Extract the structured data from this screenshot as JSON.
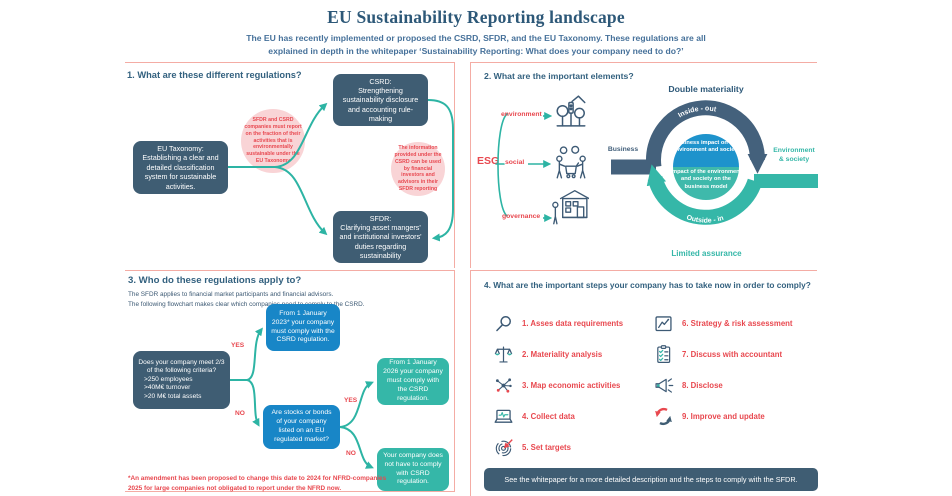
{
  "colors": {
    "accent_teal": "#2db4a4",
    "dark_slate": "#3f5d73",
    "flow_blue": "#1886c7",
    "teal_box": "#35b7a8",
    "red": "#e8484f",
    "pink_bubble": "#f9d4d6",
    "divider_salmon": "#f4aca4",
    "heading_blue": "#33617f",
    "circle_blue": "#1e93cc"
  },
  "header": {
    "title": "EU Sustainability Reporting landscape",
    "subtitle": "The EU has recently implemented or proposed the CSRD, SFDR, and the EU Taxonomy. These regulations are all explained in depth in the whitepaper ‘Sustainability Reporting: What does your company need to do?’"
  },
  "q1": {
    "heading": "1. What are these different regulations?",
    "eu_taxonomy": {
      "title": "EU Taxonomy:",
      "body": "Establishing a clear and detailed classification system for sustainable activities."
    },
    "csrd": {
      "title": "CSRD:",
      "body": "Strengthening sustainability disclosure and accounting rule-making"
    },
    "sfdr": {
      "title": "SFDR:",
      "body": "Clarifying asset mangers' and institutional investors' duties regarding sustainability"
    },
    "bubble_taxonomy": "SFDR and CSRD companies must report on the fraction of their activities that is environmentally sustainable under the EU Taxonomy",
    "bubble_csrd_sfdr": "The information provided under the CSRD can be used by financial investors and advisors in their SFDR reporting"
  },
  "q2": {
    "heading": "2. What are the important elements?",
    "esg_label": "ESG",
    "esg_items": [
      {
        "label": "environment",
        "icon": "environment-icon"
      },
      {
        "label": "social",
        "icon": "social-icon"
      },
      {
        "label": "governance",
        "icon": "governance-icon"
      }
    ],
    "double_materiality": {
      "title": "Double materiality",
      "inside_out": "Inside - out",
      "outside_in": "Outside - in",
      "business": "Business",
      "environment_society": "Environment & society",
      "inner_top": "Business impact on the environment and society",
      "inner_bottom": "Impact of the environment and society on the business model",
      "limited_assurance": "Limited assurance"
    }
  },
  "q3": {
    "heading": "3. Who do these regulations apply to?",
    "sub1": "The SFDR applies to financial market participants and financial advisors.",
    "sub2": "The following flowchart makes clear which companies need to comply to the CSRD.",
    "decision": {
      "question": "Does your company meet 2/3 of the following criteria?",
      "criteria": [
        ">250 employees",
        ">40M€ turnover",
        ">20 M€ total assets"
      ]
    },
    "yes_label": "YES",
    "no_label": "NO",
    "box_2023": "From 1 January 2023* your company must comply with the CSRD regulation.",
    "box_listed": "Are stocks or bonds of your company listed on an EU regulated market?",
    "box_2026": "From 1 January 2026 your company must comply with the CSRD regulation.",
    "box_no_comply": "Your company does not have to comply with CSRD regulation.",
    "footnote1": "*An amendment has been proposed to change this date to 2024 for NFRD-companies",
    "footnote2": "2025 for large companies not obligated to report under the NFRD now."
  },
  "q4": {
    "heading": "4. What are the important steps your company has to take now in order to comply?",
    "steps": [
      {
        "label": "1. Asses data requirements",
        "icon": "magnifier-icon"
      },
      {
        "label": "2. Materiality analysis",
        "icon": "scale-icon"
      },
      {
        "label": "3. Map economic activities",
        "icon": "network-icon"
      },
      {
        "label": "4. Collect data",
        "icon": "laptop-icon"
      },
      {
        "label": "5. Set targets",
        "icon": "target-icon"
      },
      {
        "label": "6. Strategy & risk assessment",
        "icon": "chart-icon"
      },
      {
        "label": "7. Discuss with accountant",
        "icon": "checklist-icon"
      },
      {
        "label": "8. Disclose",
        "icon": "megaphone-icon"
      },
      {
        "label": "9. Improve and update",
        "icon": "refresh-icon"
      }
    ],
    "banner": "See the whitepaper for a more detailed description and the steps to comply with the SFDR."
  }
}
